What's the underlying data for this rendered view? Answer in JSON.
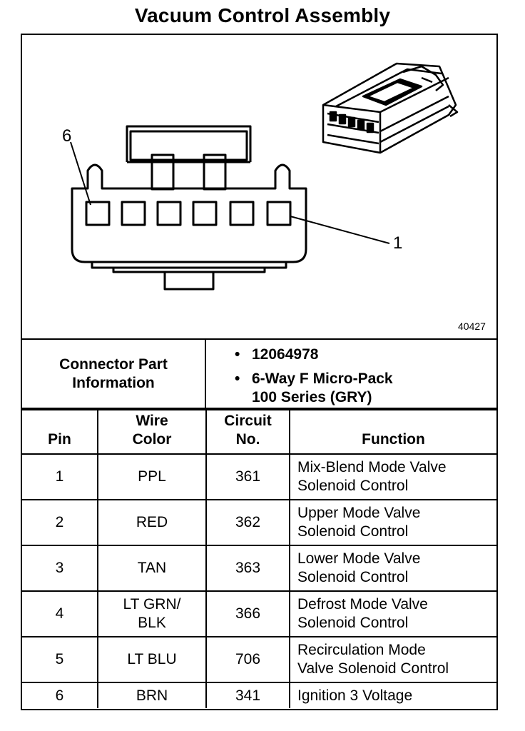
{
  "title": "Vacuum Control Assembly",
  "diagram": {
    "figure_number": "40427",
    "pin_callout_left": "6",
    "pin_callout_right": "1"
  },
  "connector_info": {
    "label_line1": "Connector Part",
    "label_line2": "Information",
    "bullet": "•",
    "part_number": "12064978",
    "description_line1": "6-Way F Micro-Pack",
    "description_line2": "100 Series (GRY)"
  },
  "table": {
    "headers": {
      "pin": "Pin",
      "wire_color_line1": "Wire",
      "wire_color_line2": "Color",
      "circuit_line1": "Circuit",
      "circuit_line2": "No.",
      "function": "Function"
    },
    "rows": [
      {
        "pin": "1",
        "wire1": "PPL",
        "wire2": "",
        "circuit": "361",
        "func1": "Mix-Blend Mode Valve",
        "func2": "Solenoid Control"
      },
      {
        "pin": "2",
        "wire1": "RED",
        "wire2": "",
        "circuit": "362",
        "func1": "Upper Mode Valve",
        "func2": "Solenoid Control"
      },
      {
        "pin": "3",
        "wire1": "TAN",
        "wire2": "",
        "circuit": "363",
        "func1": "Lower Mode Valve",
        "func2": "Solenoid Control"
      },
      {
        "pin": "4",
        "wire1": "LT GRN/",
        "wire2": "BLK",
        "circuit": "366",
        "func1": "Defrost Mode Valve",
        "func2": "Solenoid Control"
      },
      {
        "pin": "5",
        "wire1": "LT BLU",
        "wire2": "",
        "circuit": "706",
        "func1": "Recirculation Mode",
        "func2": "Valve Solenoid Control"
      },
      {
        "pin": "6",
        "wire1": "BRN",
        "wire2": "",
        "circuit": "341",
        "func1": "Ignition 3 Voltage",
        "func2": ""
      }
    ]
  }
}
